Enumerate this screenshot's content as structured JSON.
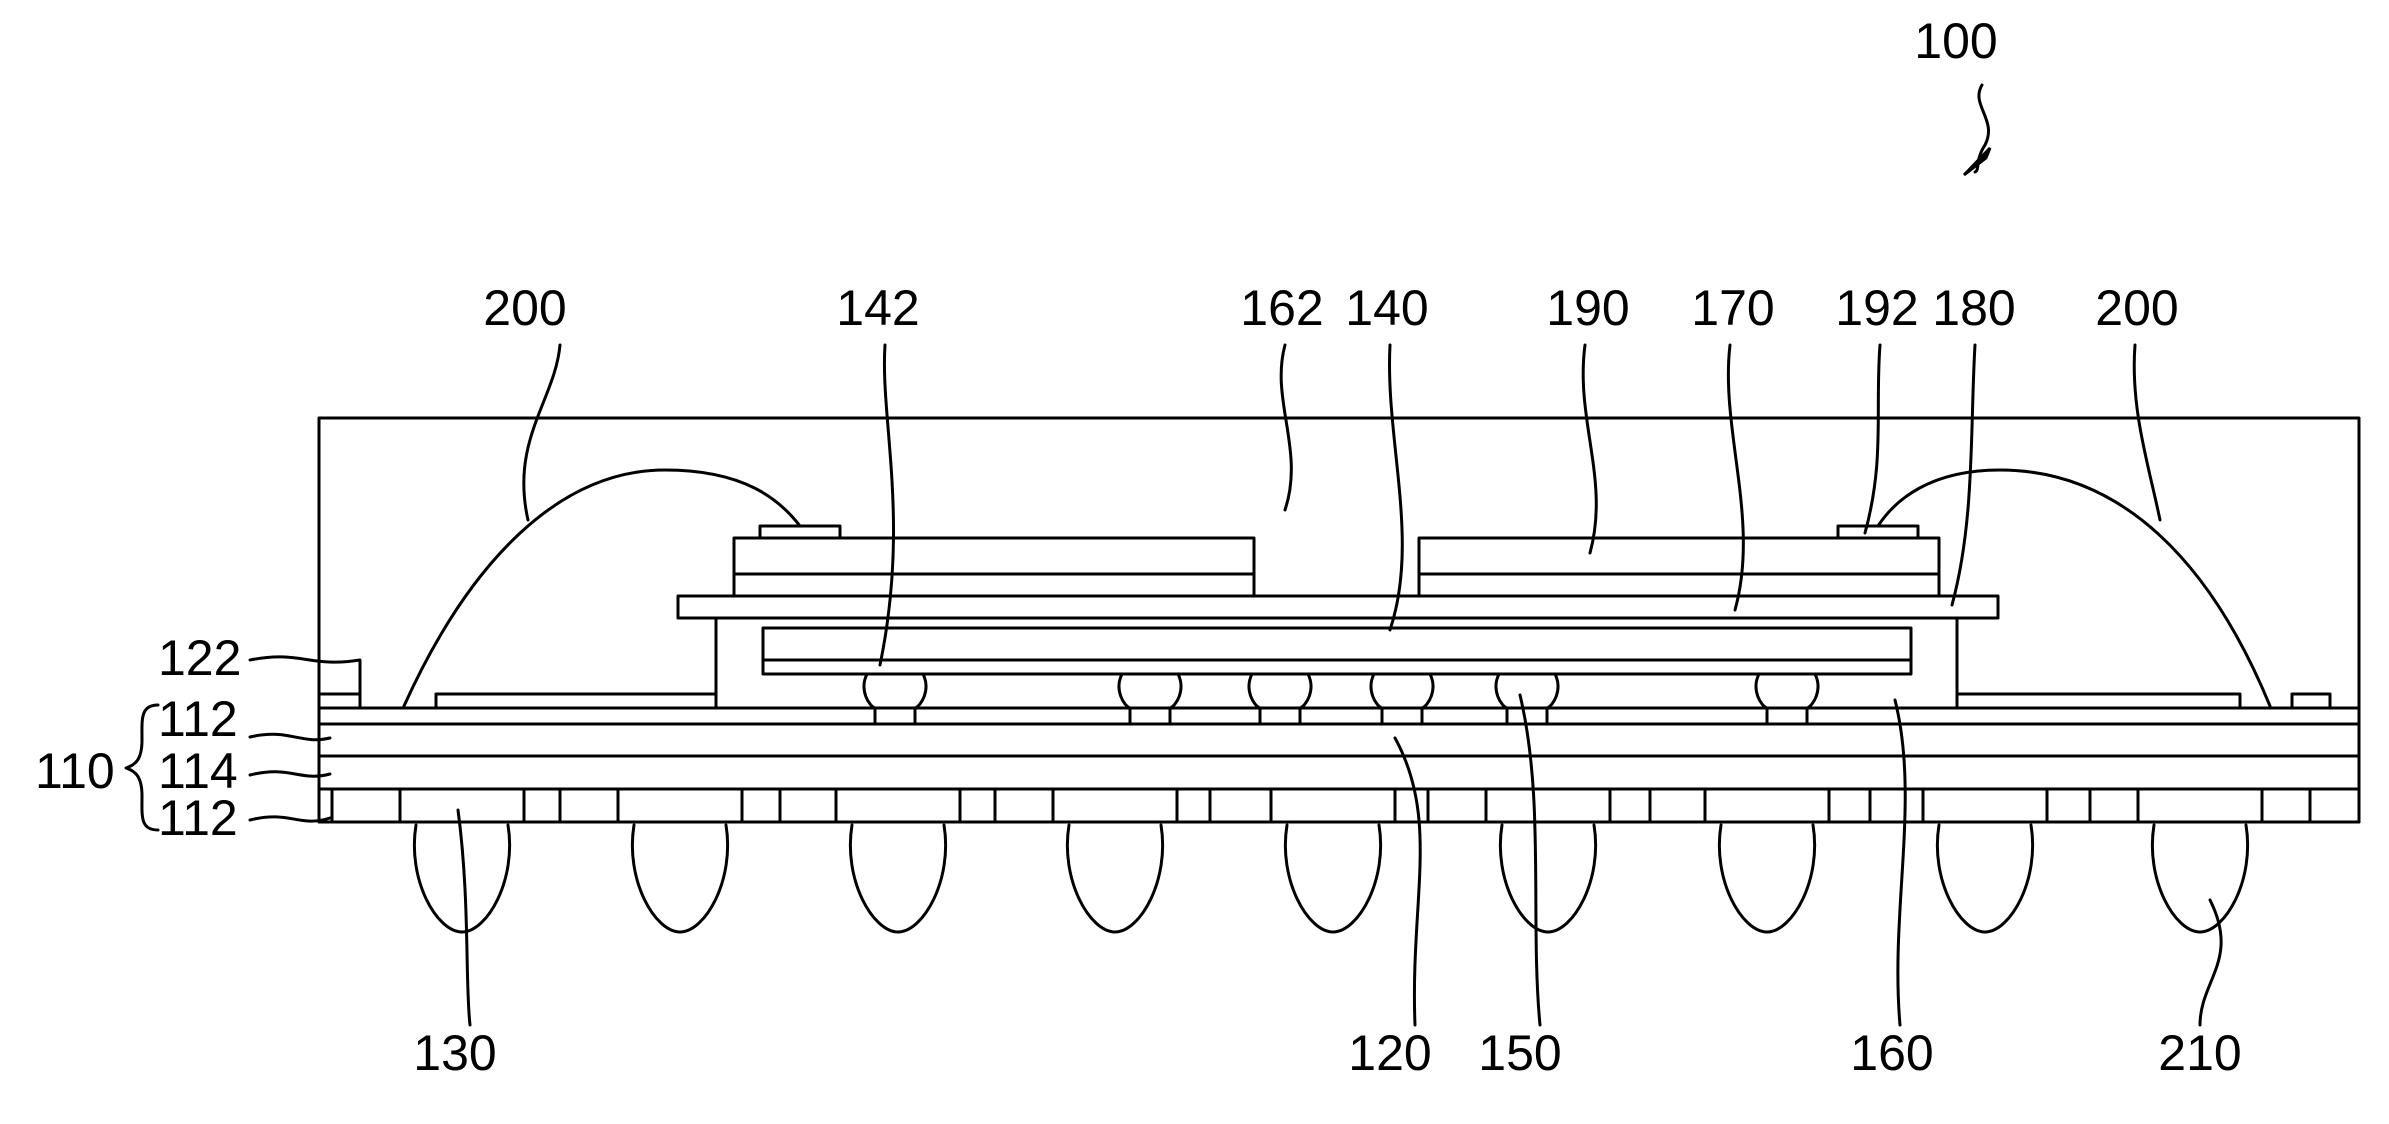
{
  "labels": {
    "l100": "100",
    "l200a": "200",
    "l142": "142",
    "l162": "162",
    "l140": "140",
    "l190": "190",
    "l170": "170",
    "l192": "192",
    "l180": "180",
    "l200b": "200",
    "l122": "122",
    "l112a": "112",
    "l110": "110",
    "l114": "114",
    "l112b": "112",
    "l130": "130",
    "l120": "120",
    "l150": "150",
    "l160": "160",
    "l210": "210"
  }
}
